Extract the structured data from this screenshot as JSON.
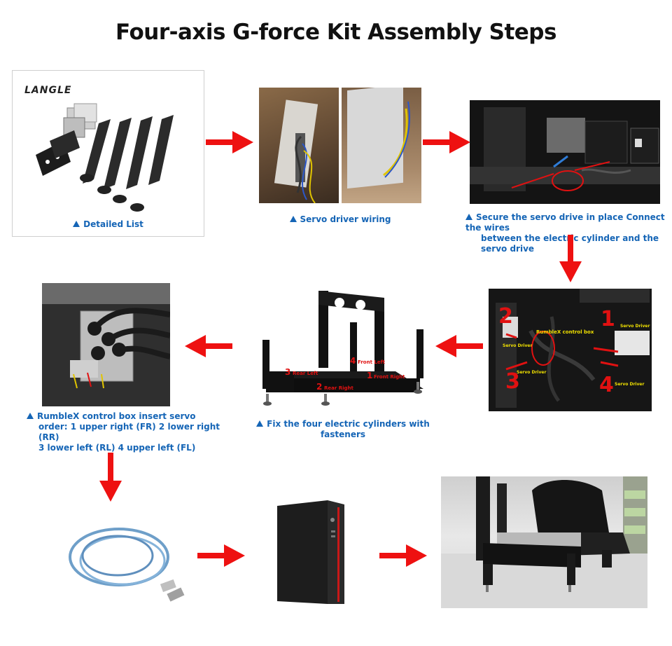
{
  "title": "Four-axis G-force Kit Assembly Steps",
  "brand_logo": "LANGLE",
  "colors": {
    "arrow": "#ee1111",
    "caption": "#1565b6",
    "title": "#111111"
  },
  "steps": {
    "detailed_list": "Detailed List",
    "servo_wiring": "Servo driver wiring",
    "secure_drive_line1": "Secure the servo drive in place Connect the wires",
    "secure_drive_line2": "between the electric cylinder and the servo drive",
    "fix_cylinders": "Fix the four electric cylinders with fasteners",
    "rumblex_line1": "RumbleX control box insert servo",
    "rumblex_line2": "order: 1 upper right (FR) 2 lower right (RR)",
    "rumblex_line3": "3 lower left (RL) 4 upper left (FL)"
  },
  "photo_labels": {
    "rumblex_control_box": "RumbleX control box",
    "servo_driver": "Servo Driver",
    "num1": "1",
    "num2": "2",
    "num3": "3",
    "num4": "4",
    "front_left": "Front Left",
    "front_right": "Front Right",
    "rear_left": "Rear Left",
    "rear_right": "Rear Right"
  }
}
